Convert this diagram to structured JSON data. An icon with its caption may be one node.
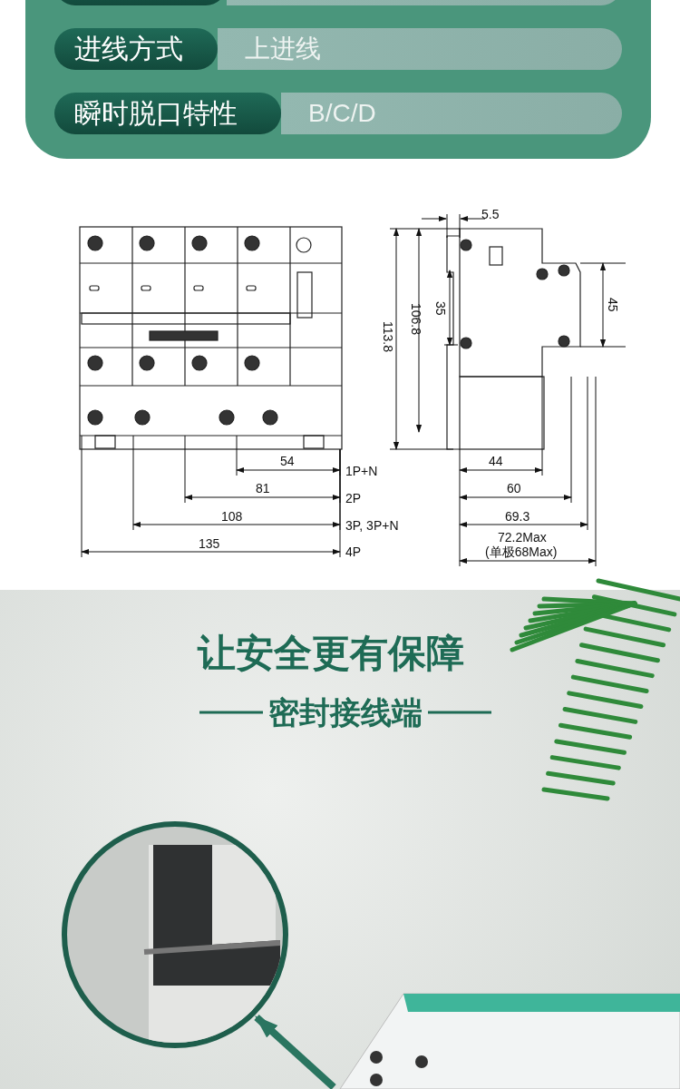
{
  "diagram": {
    "nodes": [
      {
        "text": [],
        "shape": "box"
      },
      {
        "text": [],
        "shape": "box"
      },
      {
        "text": [
          "进线方式"
        ]
      },
      {
        "text": [
          "上进线"
        ]
      },
      {
        "text": [
          "瞬时脱口特性"
        ]
      },
      {
        "text": [
          "B/C/D"
        ]
      },
      {
        "text": [],
        "shape": "picture"
      },
      {
        "text": [],
        "shape": "picture"
      }
    ],
    "edges": [
      {
        "from": 7,
        "to": 6,
        "arrow": "to"
      }
    ],
    "labels": [
      "5.5",
      "35",
      "106.8",
      "113.8",
      "45",
      "54",
      "1P+N",
      "81",
      "2P",
      "108",
      "3P, 3P+N",
      "135",
      "4P",
      "44",
      "60",
      "69.3",
      "72.2Max",
      "(单极68Max)",
      "让安全更有保障",
      "密封接线端"
    ]
  }
}
